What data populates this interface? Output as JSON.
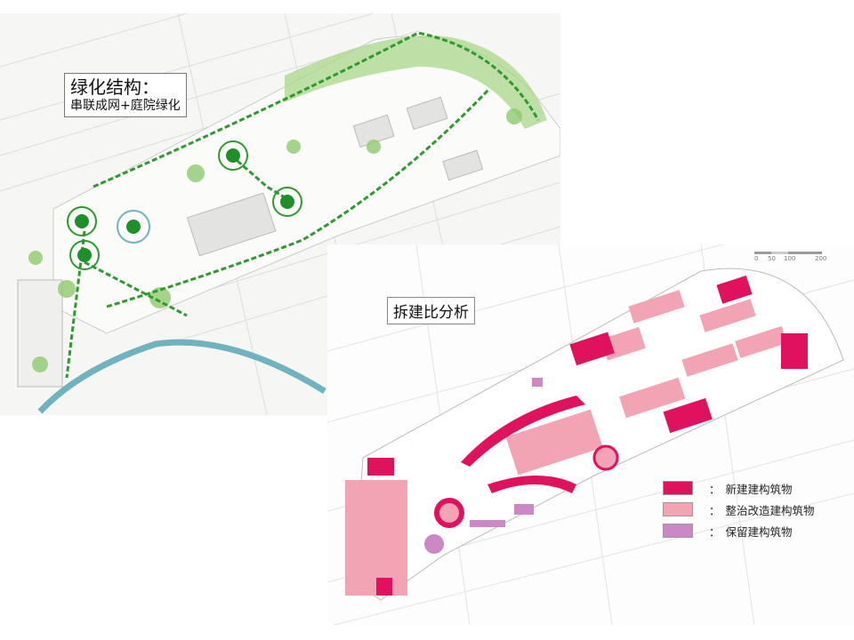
{
  "green_structure": {
    "title": "绿化结构：",
    "subtitle": "串联成网+庭院绿化"
  },
  "demolition_analysis": {
    "title": "拆建比分析",
    "scale": [
      "0",
      "50",
      "100",
      "200"
    ],
    "legend": [
      {
        "label": "新建建构筑物",
        "color": "#e0125e"
      },
      {
        "label": "整治改造建构筑物",
        "color": "#f2a3b4"
      },
      {
        "label": "保留建构筑物",
        "color": "#cc88c4"
      }
    ],
    "legend_separator": "："
  },
  "colors": {
    "greenway": "#2e9a2e",
    "river": "#6fb3bf",
    "node": "#1f8f2a"
  }
}
